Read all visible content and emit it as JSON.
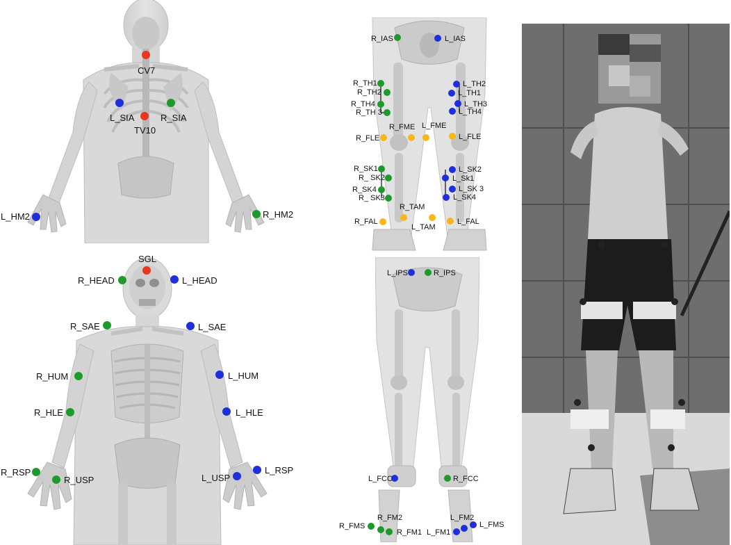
{
  "colors": {
    "red": "#e8361f",
    "green": "#1e9a2c",
    "blue": "#1f2fdb",
    "yellow": "#f7b71a",
    "body": "#d9d9d9",
    "bone": "#cfcfcf"
  },
  "panel_a": {
    "markers": [
      {
        "id": "CV7",
        "label": "CV7",
        "color": "red"
      },
      {
        "id": "TV10",
        "label": "TV10",
        "color": "red"
      },
      {
        "id": "L_SIA",
        "label": "L_SIA",
        "color": "blue"
      },
      {
        "id": "R_SIA",
        "label": "R_SIA",
        "color": "green"
      },
      {
        "id": "L_HM2",
        "label": "L_HM2",
        "color": "blue"
      },
      {
        "id": "R_HM2",
        "label": "R_HM2",
        "color": "green"
      }
    ]
  },
  "panel_b": {
    "markers": [
      {
        "id": "SGL",
        "label": "SGL",
        "color": "red"
      },
      {
        "id": "R_HEAD",
        "label": "R_HEAD",
        "color": "green"
      },
      {
        "id": "L_HEAD",
        "label": "L_HEAD",
        "color": "blue"
      },
      {
        "id": "R_SAE",
        "label": "R_SAE",
        "color": "green"
      },
      {
        "id": "L_SAE",
        "label": "L_SAE",
        "color": "blue"
      },
      {
        "id": "R_HUM",
        "label": "R_HUM",
        "color": "green"
      },
      {
        "id": "L_HUM",
        "label": "L_HUM",
        "color": "blue"
      },
      {
        "id": "R_HLE",
        "label": "R_HLE",
        "color": "green"
      },
      {
        "id": "L_HLE",
        "label": "L_HLE",
        "color": "blue"
      },
      {
        "id": "R_RSP",
        "label": "R_RSP",
        "color": "green"
      },
      {
        "id": "R_USP",
        "label": "R_USP",
        "color": "green"
      },
      {
        "id": "L_USP",
        "label": "L_USP",
        "color": "blue"
      },
      {
        "id": "L_RSP",
        "label": "L_RSP",
        "color": "blue"
      }
    ]
  },
  "panel_c": {
    "markers": [
      {
        "id": "R_IAS",
        "label": "R_IAS",
        "color": "green"
      },
      {
        "id": "L_IAS",
        "label": "L_IAS",
        "color": "blue"
      },
      {
        "id": "R_TH1",
        "label": "R_TH1",
        "color": "green"
      },
      {
        "id": "R_TH2",
        "label": "R_TH2",
        "color": "green"
      },
      {
        "id": "R_TH4",
        "label": "R_TH4",
        "color": "green"
      },
      {
        "id": "R_TH3",
        "label": "R_TH 3",
        "color": "green"
      },
      {
        "id": "L_TH2",
        "label": "L_TH2",
        "color": "blue"
      },
      {
        "id": "L_TH1",
        "label": "L_TH1",
        "color": "blue"
      },
      {
        "id": "L_TH3",
        "label": "L_TH3",
        "color": "blue"
      },
      {
        "id": "L_TH4",
        "label": "L_TH4",
        "color": "blue"
      },
      {
        "id": "R_FME",
        "label": "R_FME",
        "color": "yellow"
      },
      {
        "id": "L_FME",
        "label": "L_FME",
        "color": "yellow"
      },
      {
        "id": "R_FLE",
        "label": "R_FLE",
        "color": "yellow"
      },
      {
        "id": "L_FLE",
        "label": "L_FLE",
        "color": "yellow"
      },
      {
        "id": "R_SK1",
        "label": "R_SK1",
        "color": "green"
      },
      {
        "id": "R_SK2",
        "label": "R_ SK2",
        "color": "green"
      },
      {
        "id": "R_SK4",
        "label": "R_SK4",
        "color": "green"
      },
      {
        "id": "R_SK3",
        "label": "R_ SK3",
        "color": "green"
      },
      {
        "id": "L_SK2",
        "label": "L_SK2",
        "color": "blue"
      },
      {
        "id": "L_SK1",
        "label": "L_Sk1",
        "color": "blue"
      },
      {
        "id": "L_SK3",
        "label": "L_SK 3",
        "color": "blue"
      },
      {
        "id": "L_SK4",
        "label": "L_SK4",
        "color": "blue"
      },
      {
        "id": "R_TAM",
        "label": "R_TAM",
        "color": "yellow"
      },
      {
        "id": "L_TAM",
        "label": "L_TAM",
        "color": "yellow"
      },
      {
        "id": "R_FAL",
        "label": "R_FAL",
        "color": "yellow"
      },
      {
        "id": "L_FAL",
        "label": "L_FAL",
        "color": "yellow"
      }
    ]
  },
  "panel_d": {
    "markers": [
      {
        "id": "L_IPS",
        "label": "L_IPS",
        "color": "blue"
      },
      {
        "id": "R_IPS",
        "label": "R_IPS",
        "color": "green"
      },
      {
        "id": "L_FCC",
        "label": "L_FCC",
        "color": "blue"
      },
      {
        "id": "R_FCC",
        "label": "R_FCC",
        "color": "green"
      },
      {
        "id": "R_FMS",
        "label": "R_FMS",
        "color": "green"
      },
      {
        "id": "R_FM2",
        "label": "R_FM2",
        "color": "green"
      },
      {
        "id": "R_FM1",
        "label": "R_FM1",
        "color": "green"
      },
      {
        "id": "L_FM1",
        "label": "L_FM1",
        "color": "blue"
      },
      {
        "id": "L_FM2",
        "label": "L_FM2",
        "color": "blue"
      },
      {
        "id": "L_FMS",
        "label": "L_FMS",
        "color": "blue"
      }
    ]
  }
}
